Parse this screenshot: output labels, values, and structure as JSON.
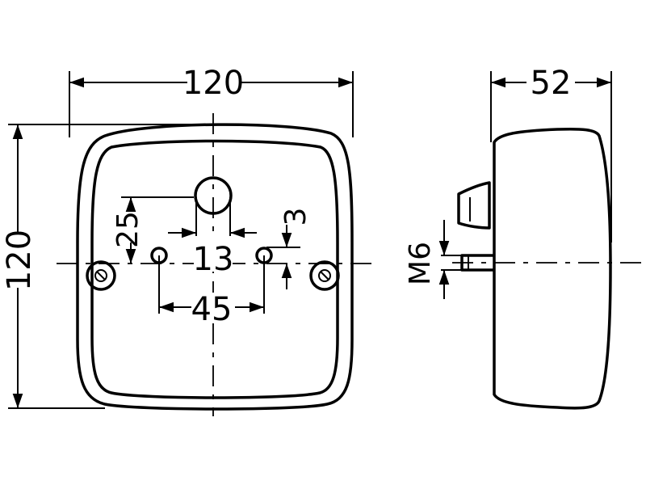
{
  "front_view": {
    "width_dim": "120",
    "height_dim": "120",
    "hole_vertical_dim": "25",
    "hole_gap_dim": "13",
    "stud_spacing_dim": "45",
    "stud_offset_dim": "3"
  },
  "side_view": {
    "depth_dim": "52",
    "thread_dim": "M6"
  }
}
